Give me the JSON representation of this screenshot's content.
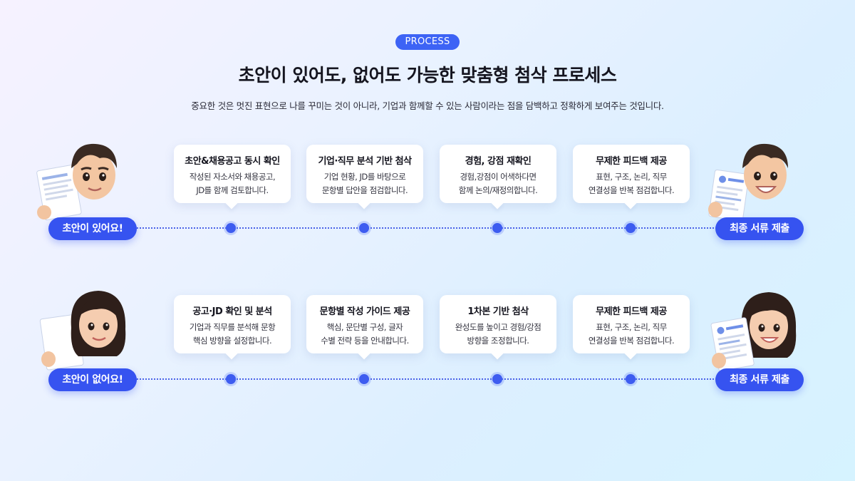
{
  "header": {
    "badge": "PROCESS",
    "title": "초안이 있어도, 없어도 가능한 맞춤형 첨삭 프로세스",
    "subtitle": "중요한 것은 멋진 표현으로 나를 꾸미는 것이 아니라, 기업과 함께할 수 있는 사람이라는 점을 담백하고 정확하게 보여주는 것입니다."
  },
  "rows": [
    {
      "start_label": "초안이 있어요!",
      "end_label": "최종 서류 제출",
      "steps": [
        {
          "title": "초안&채용공고 동시 확인",
          "line1": "작성된 자소서와 채용공고,",
          "line2": "JD를 함께 검토합니다."
        },
        {
          "title": "기업·직무 분석 기반 첨삭",
          "line1": "기업 현황, JD를 바탕으로",
          "line2": "문항별 답안을 점검합니다."
        },
        {
          "title": "경험, 강점 재확인",
          "line1": "경험,강점이 어색하다면",
          "line2": "함께 논의/재정의합니다."
        },
        {
          "title": "무제한 피드백 제공",
          "line1": "표현, 구조, 논리, 직무",
          "line2": "연결성을 반복 점검합니다."
        }
      ]
    },
    {
      "start_label": "초안이 없어요!",
      "end_label": "최종 서류 제출",
      "steps": [
        {
          "title": "공고·JD 확인 및 분석",
          "line1": "기업과 직무를 분석해 문항",
          "line2": "핵심 방향을 설정합니다."
        },
        {
          "title": "문항별 작성 가이드 제공",
          "line1": "핵심, 문단별 구성, 글자",
          "line2": "수별 전략 등을 안내합니다."
        },
        {
          "title": "1차본 기반 첨삭",
          "line1": "완성도를 높이고 경험/강점",
          "line2": "방향을 조정합니다."
        },
        {
          "title": "무제한 피드백 제공",
          "line1": "표현, 구조, 논리, 직무",
          "line2": "연결성을 반복 점검합니다."
        }
      ]
    }
  ],
  "colors": {
    "accent": "#3653f0",
    "dot": "#3d5cf0",
    "card": "#ffffff"
  },
  "icons": [
    "man-avatar-icon",
    "woman-avatar-icon",
    "document-icon",
    "resume-icon"
  ]
}
